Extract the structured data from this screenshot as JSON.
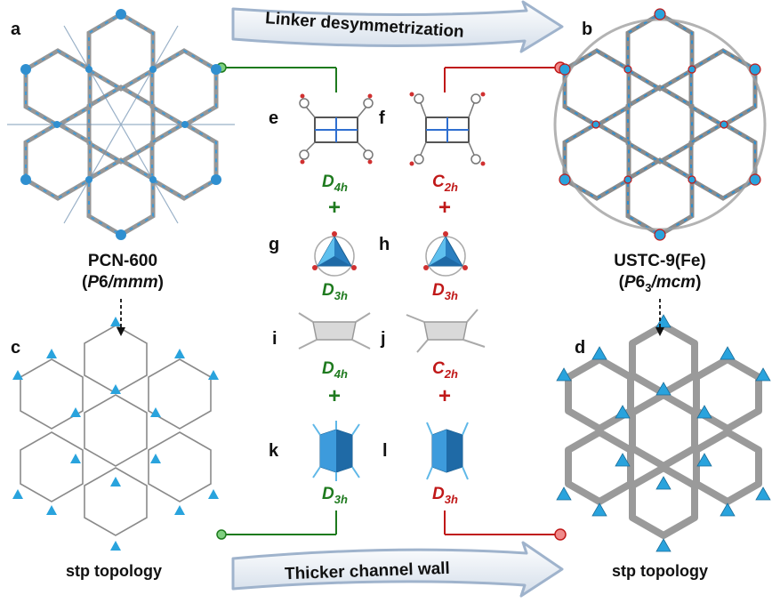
{
  "panels": {
    "a": "a",
    "b": "b",
    "c": "c",
    "d": "d",
    "e": "e",
    "f": "f",
    "g": "g",
    "h": "h",
    "i": "i",
    "j": "j",
    "k": "k",
    "l": "l"
  },
  "top_arrow": "Linker desymmetrization",
  "bottom_arrow": "Thicker channel wall",
  "left": {
    "name": "PCN-600",
    "group_open": "(",
    "group_P": "P",
    "group_num": "6",
    "group_rest": "/mmm",
    "group_close": ")",
    "topology": "stp topology"
  },
  "right": {
    "name": "USTC-9(Fe)",
    "group_open": "(",
    "group_P": "P",
    "group_num": "6",
    "group_sub": "3",
    "group_rest": "/mcm",
    "group_close": ")",
    "topology": "stp topology"
  },
  "symmetry": {
    "left": [
      {
        "letter": "D",
        "sub": "4h"
      },
      {
        "letter": "D",
        "sub": "3h"
      },
      {
        "letter": "D",
        "sub": "4h"
      },
      {
        "letter": "D",
        "sub": "3h"
      }
    ],
    "right": [
      {
        "letter": "C",
        "sub": "2h"
      },
      {
        "letter": "D",
        "sub": "3h"
      },
      {
        "letter": "C",
        "sub": "2h"
      },
      {
        "letter": "D",
        "sub": "3h"
      }
    ]
  },
  "plus": "+",
  "colors": {
    "green": "#1e7a1e",
    "red": "#c01818",
    "blue": "#29a3dd",
    "gray": "#9a9a9a",
    "arrow_fill": "#e8eef6",
    "arrow_stroke": "#9fb3cc"
  },
  "icons": [
    "framework-hexagonal-icon",
    "topology-net-icon",
    "porphyrin-linker-icon",
    "trinuclear-cluster-icon",
    "rectangle-node-icon",
    "trigonal-prism-icon"
  ]
}
